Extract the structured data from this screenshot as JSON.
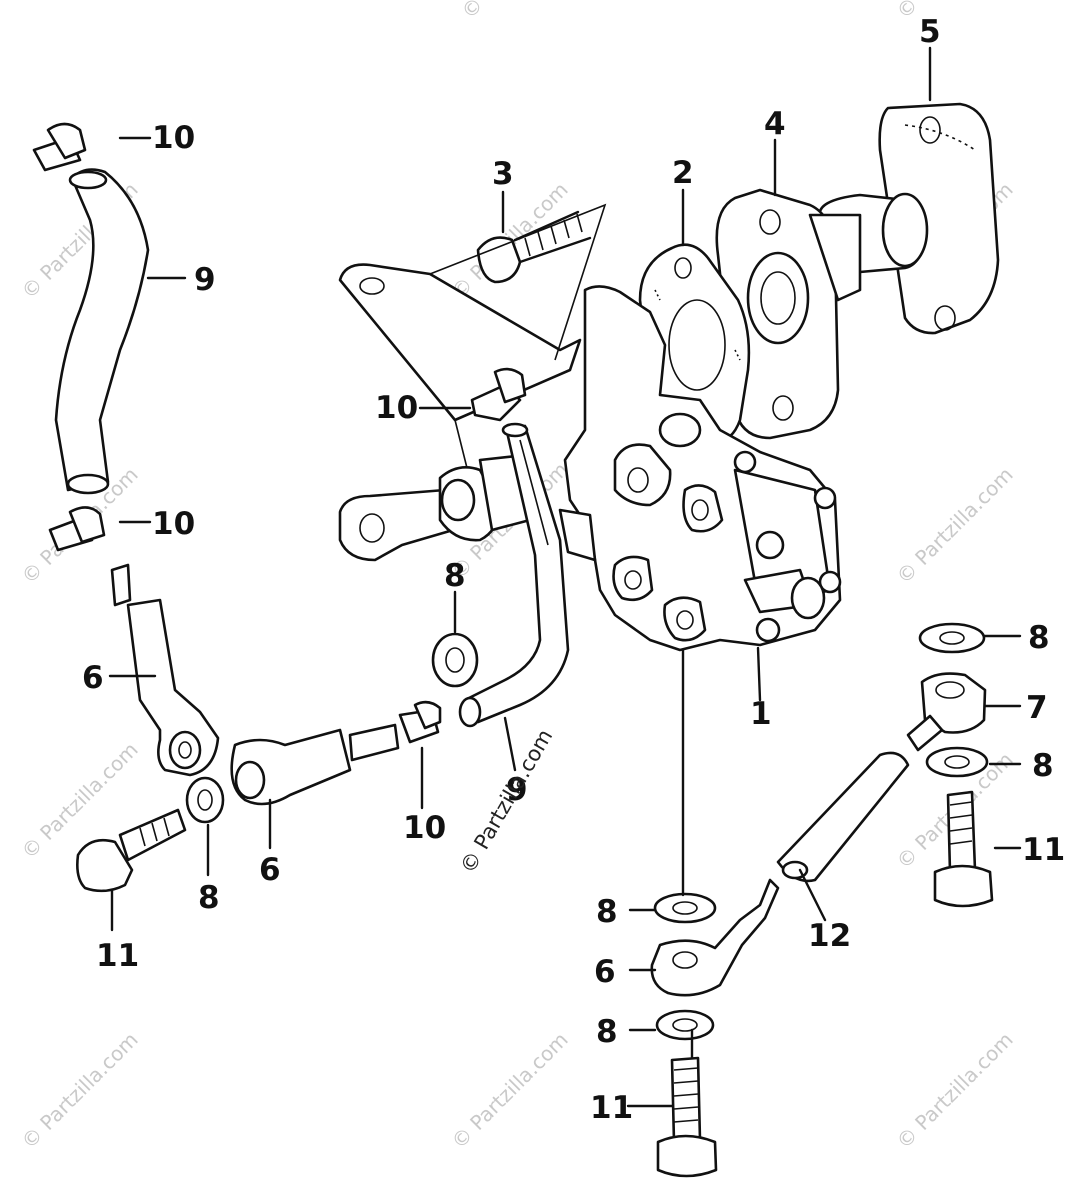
{
  "watermark": "© Partzilla.com",
  "callouts": {
    "c1": "1",
    "c2": "2",
    "c3": "3",
    "c4": "4",
    "c5": "5",
    "c6a": "6",
    "c6b": "6",
    "c6c": "6",
    "c7": "7",
    "c8a": "8",
    "c8b": "8",
    "c8c": "8",
    "c8d": "8",
    "c8e": "8",
    "c8f": "8",
    "c9a": "9",
    "c9b": "9",
    "c10a": "10",
    "c10b": "10",
    "c10c": "10",
    "c10d": "10",
    "c11a": "11",
    "c11b": "11",
    "c11c": "11",
    "c12": "12"
  }
}
